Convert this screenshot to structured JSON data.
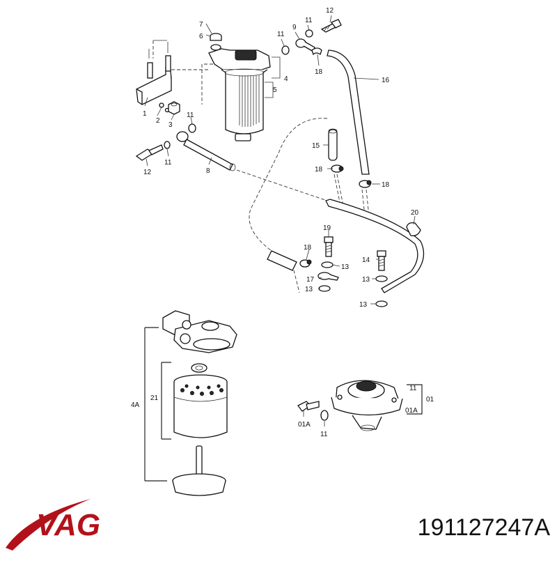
{
  "brand": {
    "name": "VAG",
    "color": "#b3111a"
  },
  "part_number": "191127247A",
  "callouts": {
    "c12a": "12",
    "c7": "7",
    "c6": "6",
    "c11a": "11",
    "c9": "9",
    "c11b": "11",
    "c18a": "18",
    "c16": "16",
    "c4": "4",
    "c5": "5",
    "c1": "1",
    "c2": "2",
    "c3": "3",
    "c11c": "11",
    "c15": "15",
    "c12b": "12",
    "c11d": "11",
    "c8": "8",
    "c18b": "18",
    "c18c": "18",
    "c20": "20",
    "c19": "19",
    "c18d": "18",
    "c13a": "13",
    "c14": "14",
    "c17": "17",
    "c13b": "13",
    "c13c": "13",
    "c13d": "13",
    "c21": "21",
    "c4A": "4A",
    "c11e": "11",
    "c01": "01",
    "c01A_right": "01A",
    "c01A_left": "01A",
    "c11f": "11"
  }
}
